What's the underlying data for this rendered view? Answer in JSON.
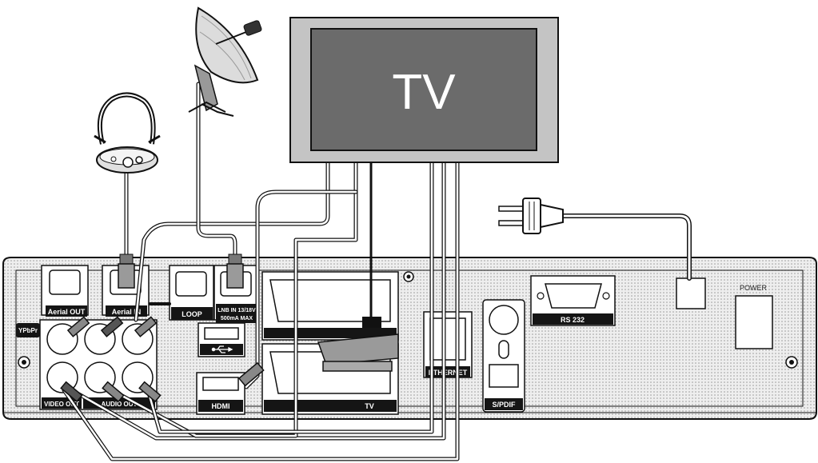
{
  "tv": {
    "label": "TV"
  },
  "receiver": {
    "ports": {
      "ypbpr": "YPbPr",
      "aerial_out": "Aerial OUT",
      "aerial_in": "Aerial IN",
      "loop": "LOOP",
      "lnb_in_line1": "LNB IN 13/18V",
      "lnb_in_line2": "500mA MAX",
      "hdmi": "HDMI",
      "scart_tv": "TV",
      "ethernet": "ETHERNET",
      "spdif": "S/PDIF",
      "rs232": "RS 232",
      "power": "POWER",
      "video_out": "VIDEO OUT",
      "audio_out": "AUDIO OUT"
    }
  },
  "colors": {
    "outline": "#111111",
    "tv_screen": "#6b6b6b",
    "tv_frame": "#c4c4c4",
    "panel": "#ececec",
    "label_bg": "#151515"
  },
  "icons": {
    "usb": "usb-icon",
    "satellite_dish": "satellite-dish-icon",
    "indoor_antenna": "indoor-antenna-icon",
    "power_plug": "power-plug-icon"
  }
}
